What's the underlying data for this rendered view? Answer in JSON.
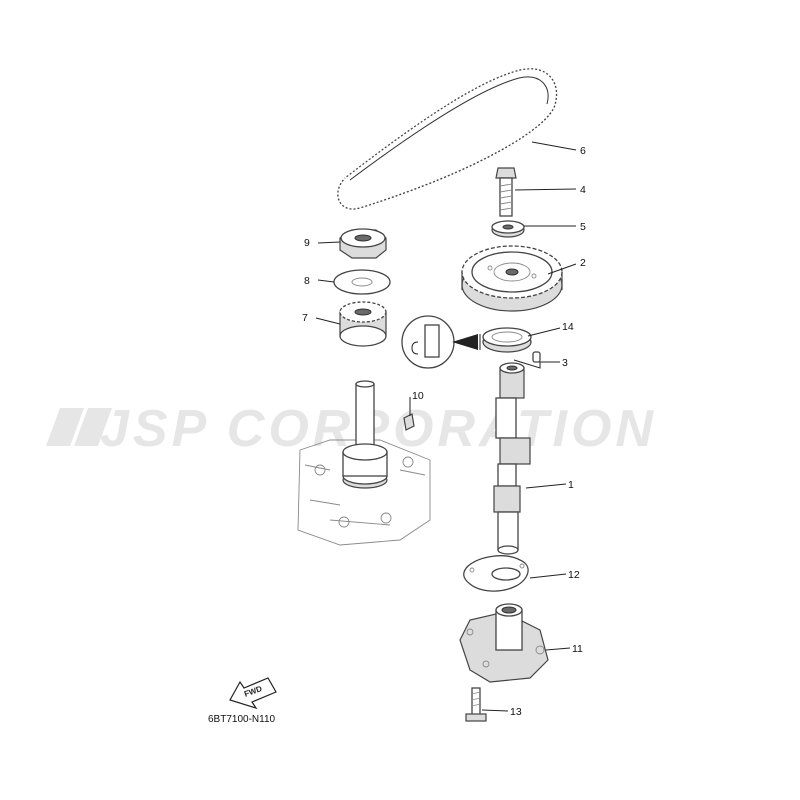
{
  "watermark": {
    "text": "JSP CORPORATION"
  },
  "figure_code": "6BT7100-N110",
  "fwd_label": "FWD",
  "callouts": [
    {
      "id": "1",
      "part": "camshaft"
    },
    {
      "id": "2",
      "part": "camshaft-sprocket"
    },
    {
      "id": "3",
      "part": "dowel-pin"
    },
    {
      "id": "4",
      "part": "sprocket-bolt"
    },
    {
      "id": "5",
      "part": "washer"
    },
    {
      "id": "6",
      "part": "timing-belt"
    },
    {
      "id": "7",
      "part": "driven-gear"
    },
    {
      "id": "8",
      "part": "plate"
    },
    {
      "id": "9",
      "part": "nut"
    },
    {
      "id": "10",
      "part": "woodruff-key"
    },
    {
      "id": "11",
      "part": "oil-pump"
    },
    {
      "id": "12",
      "part": "gasket"
    },
    {
      "id": "13",
      "part": "pump-bolt"
    },
    {
      "id": "14",
      "part": "oil-seal"
    }
  ],
  "colors": {
    "line": "#444444",
    "watermark": "#e6e6e6",
    "text": "#111111"
  }
}
